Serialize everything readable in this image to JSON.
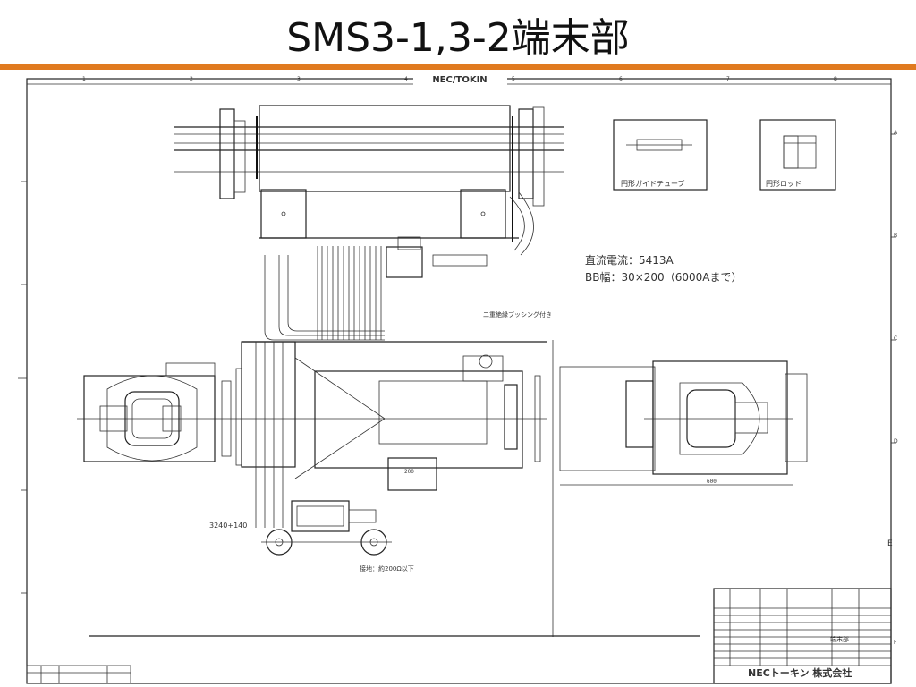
{
  "slide": {
    "title": "SMS3-1,3-2端末部"
  },
  "drawing": {
    "brand_header": "NEC/TOKIN",
    "spec_current": "直流電流：5413A",
    "spec_bus": "BB幅：30×200（6000Aまで）",
    "detail_1_caption": "円形ガイドチューブ",
    "detail_2_caption": "円形ロッド",
    "dim_200": "200",
    "dim_600": "600",
    "dim_3240": "3240+140",
    "note_bottom": "接地：約200Ω以下",
    "note_top": "二重絶縁ブッシング付き",
    "title_block_maker": "NECトーキン 株式会社",
    "title_block_name": "端末部",
    "border_numbers": [
      "1",
      "2",
      "3",
      "4",
      "5",
      "6",
      "7",
      "8"
    ],
    "border_letters": [
      "A",
      "B",
      "C",
      "D",
      "E",
      "F"
    ]
  },
  "colors": {
    "accent_rule": "#e07a1f",
    "line": "#222222"
  }
}
